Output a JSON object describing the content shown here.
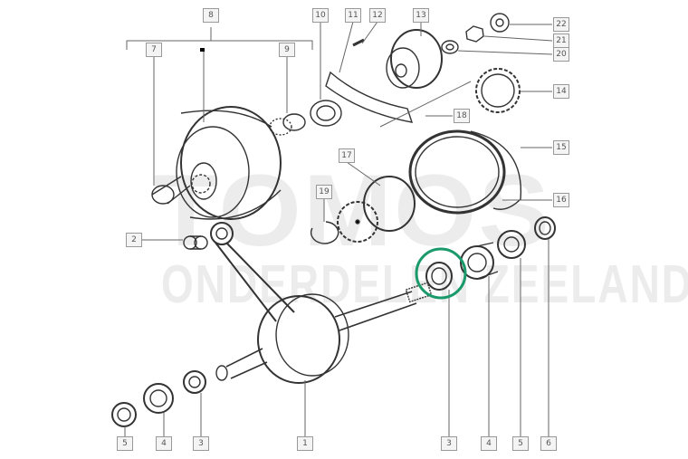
{
  "watermark": {
    "line1": "TOMOS",
    "line2": "ONDERDELEN ZEELAND"
  },
  "highlight_color": "#1a9a6a",
  "callouts": [
    {
      "id": "c8",
      "label": "8"
    },
    {
      "id": "c7",
      "label": "7"
    },
    {
      "id": "c9",
      "label": "9"
    },
    {
      "id": "c10",
      "label": "10"
    },
    {
      "id": "c11",
      "label": "11"
    },
    {
      "id": "c12",
      "label": "12"
    },
    {
      "id": "c13",
      "label": "13"
    },
    {
      "id": "c22",
      "label": "22"
    },
    {
      "id": "c21",
      "label": "21"
    },
    {
      "id": "c20",
      "label": "20"
    },
    {
      "id": "c14",
      "label": "14"
    },
    {
      "id": "c18",
      "label": "18"
    },
    {
      "id": "c15",
      "label": "15"
    },
    {
      "id": "c17",
      "label": "17"
    },
    {
      "id": "c16",
      "label": "16"
    },
    {
      "id": "c19",
      "label": "19"
    },
    {
      "id": "c2",
      "label": "2"
    },
    {
      "id": "c5a",
      "label": "5"
    },
    {
      "id": "c4a",
      "label": "4"
    },
    {
      "id": "c3a",
      "label": "3"
    },
    {
      "id": "c1",
      "label": "1"
    },
    {
      "id": "c3b",
      "label": "3"
    },
    {
      "id": "c4b",
      "label": "4"
    },
    {
      "id": "c5b",
      "label": "5"
    },
    {
      "id": "c6",
      "label": "6"
    }
  ]
}
